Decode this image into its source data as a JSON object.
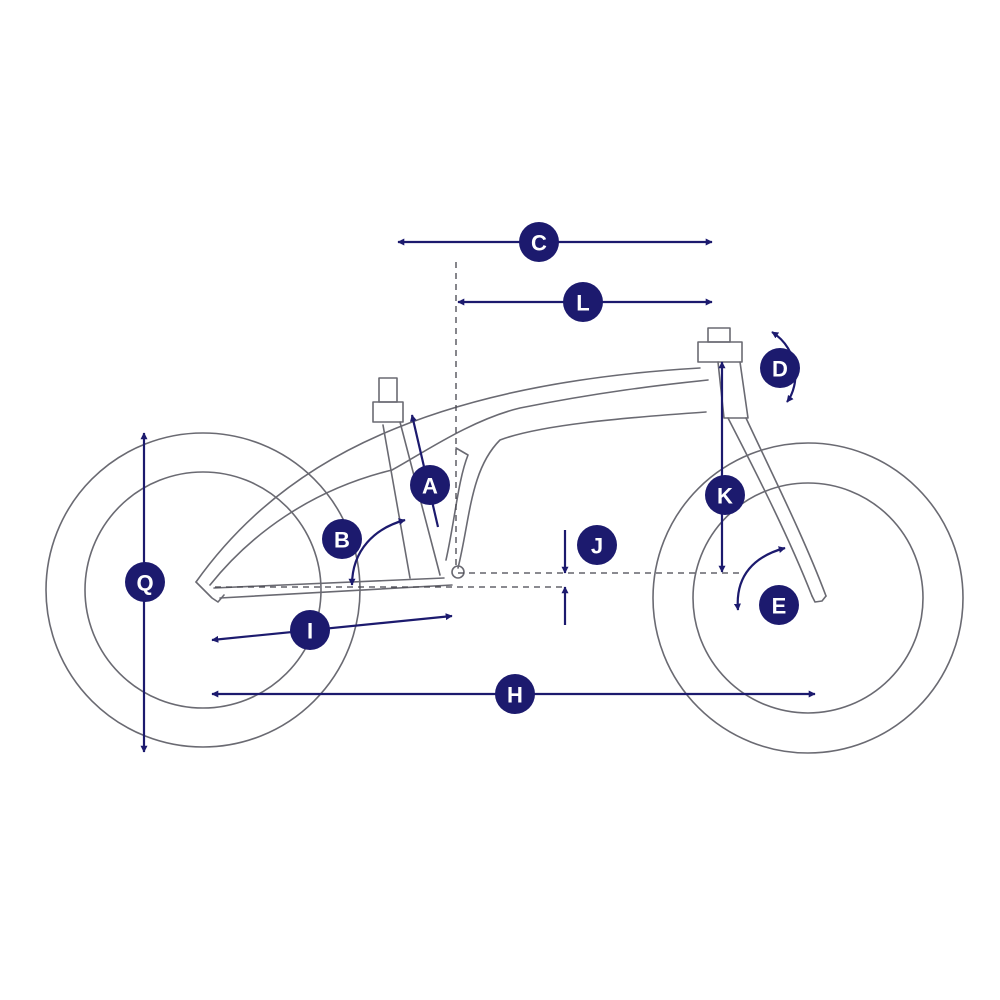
{
  "colors": {
    "accent": "#1c1a6e",
    "line": "#6a6a72",
    "background": "#ffffff"
  },
  "labels": {
    "A": "A",
    "B": "B",
    "C": "C",
    "D": "D",
    "E": "E",
    "H": "H",
    "I": "I",
    "J": "J",
    "K": "K",
    "L": "L",
    "Q": "Q"
  }
}
